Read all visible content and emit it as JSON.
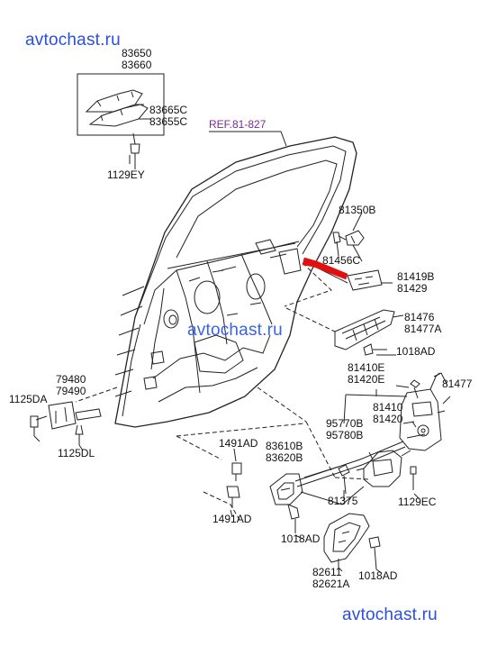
{
  "watermarks": {
    "top": "avtochast.ru",
    "middle": "avtochast.ru",
    "bottom": "avtochast.ru"
  },
  "colors": {
    "watermark": "#2a4fe0",
    "reference": "#7a2a9a",
    "highlight": "#e01010",
    "line": "#222222"
  },
  "labels": {
    "p83650": "83650",
    "p83660": "83660",
    "p83665C": "83665C",
    "p83655C": "83655C",
    "p1129EY": "1129EY",
    "ref": "REF.81-827",
    "p81350B": "81350B",
    "p81456C": "81456C",
    "p81419B": "81419B",
    "p81429": "81429",
    "p81476": "81476",
    "p81477A": "81477A",
    "p1018AD_a": "1018AD",
    "p81410E": "81410E",
    "p81420E": "81420E",
    "p81477": "81477",
    "p79480": "79480",
    "p79490": "79490",
    "p1125DA": "1125DA",
    "p1125DL": "1125DL",
    "p95770B": "95770B",
    "p95780B": "95780B",
    "p81410": "81410",
    "p81420": "81420",
    "p1491AD_a": "1491AD",
    "p83610B": "83610B",
    "p83620B": "83620B",
    "p1491AD_b": "1491AD",
    "p81375": "81375",
    "p1129EC": "1129EC",
    "p1018AD_b": "1018AD",
    "p82611": "82611",
    "p82621A": "82621A",
    "p1018AD_c": "1018AD"
  }
}
